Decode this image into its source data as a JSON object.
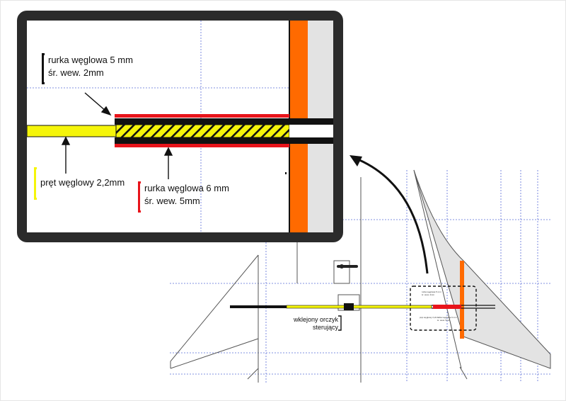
{
  "zoom": {
    "label_inner_tube": [
      "rurka węglowa 5 mm",
      "śr. wew. 2mm"
    ],
    "label_rod": "pręt węglowy 2,2mm",
    "label_outer_tube": [
      "rurka węglowa 6 mm",
      "śr. wew. 5mm"
    ]
  },
  "main": {
    "horn_label": [
      "wklejony orczyk",
      "sterujący"
    ]
  },
  "colors": {
    "rod": "#f5f50a",
    "outer_tube": "#e8141b",
    "orange_spar": "#ff6a00",
    "panel_border": "#2b2b2b",
    "grid": "#5a6cd8",
    "fin_fill": "#e3e3e3"
  }
}
